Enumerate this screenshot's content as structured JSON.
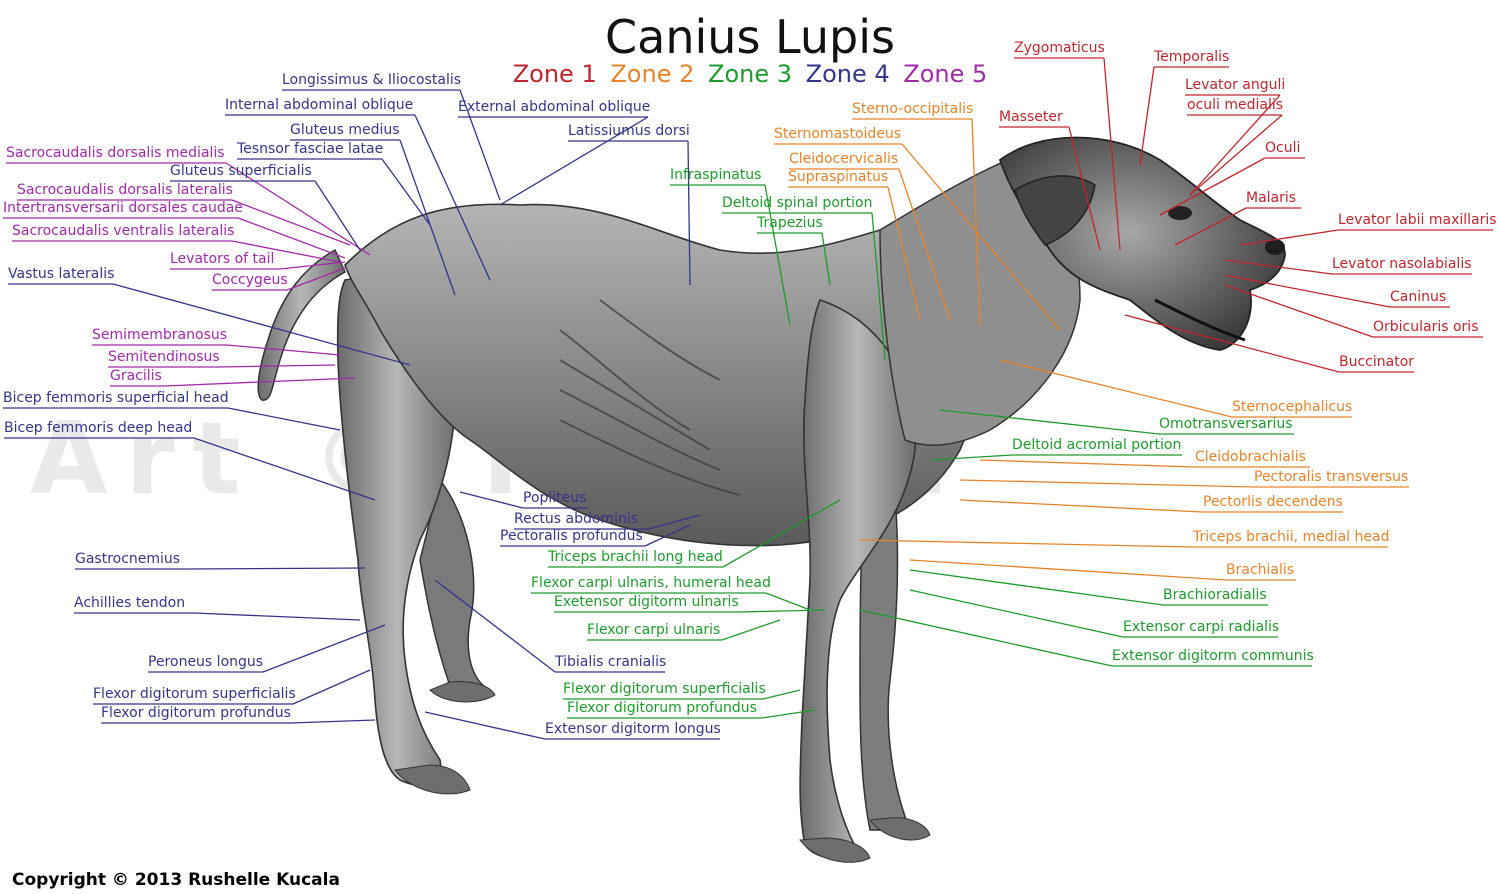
{
  "title": "Canius Lupis",
  "watermark": "Art © Kucala",
  "copyright": "Copyright © 2013 Rushelle Kucala",
  "zones": [
    {
      "label": "Zone 1",
      "color": "#c0262e"
    },
    {
      "label": "Zone 2",
      "color": "#e8832a"
    },
    {
      "label": "Zone 3",
      "color": "#1e9b2c"
    },
    {
      "label": "Zone 4",
      "color": "#35358a"
    },
    {
      "label": "Zone 5",
      "color": "#a12aa8"
    }
  ],
  "labels": [
    {
      "text": "Longissimus & Iliocostalis",
      "zone": 4
    },
    {
      "text": "Internal abdominal oblique",
      "zone": 4
    },
    {
      "text": "External abdominal oblique",
      "zone": 4
    },
    {
      "text": "Gluteus medius",
      "zone": 4
    },
    {
      "text": "Latissiumus dorsi",
      "zone": 4
    },
    {
      "text": "Sacrocaudalis dorsalis medialis",
      "zone": 5
    },
    {
      "text": "Tesnsor fasciae latae",
      "zone": 4
    },
    {
      "text": "Gluteus superficialis",
      "zone": 4
    },
    {
      "text": "Sacrocaudalis dorsalis lateralis",
      "zone": 5
    },
    {
      "text": "Intertransversarii dorsales caudae",
      "zone": 5
    },
    {
      "text": "Sacrocaudalis ventralis lateralis",
      "zone": 5
    },
    {
      "text": "Levators of tail",
      "zone": 5
    },
    {
      "text": "Coccygeus",
      "zone": 5
    },
    {
      "text": "Vastus lateralis",
      "zone": 4
    },
    {
      "text": "Semimembranosus",
      "zone": 5
    },
    {
      "text": "Semitendinosus",
      "zone": 5
    },
    {
      "text": "Gracilis",
      "zone": 5
    },
    {
      "text": "Bicep femmoris superficial head",
      "zone": 4
    },
    {
      "text": "Bicep femmoris deep head",
      "zone": 4
    },
    {
      "text": "Popliteus",
      "zone": 4
    },
    {
      "text": "Rectus abdominis",
      "zone": 4
    },
    {
      "text": "Pectoralis profundus",
      "zone": 4
    },
    {
      "text": "Gastrocnemius",
      "zone": 4
    },
    {
      "text": "Achillies tendon",
      "zone": 4
    },
    {
      "text": "Peroneus longus",
      "zone": 4
    },
    {
      "text": "Flexor digitorum superficialis",
      "zone": 4
    },
    {
      "text": "Flexor digitorum profundus",
      "zone": 4
    },
    {
      "text": "Tibialis cranialis",
      "zone": 4
    },
    {
      "text": "Extensor digitorm longus",
      "zone": 4
    },
    {
      "text": "Infraspinatus",
      "zone": 3
    },
    {
      "text": "Deltoid spinal portion",
      "zone": 3
    },
    {
      "text": "Trapezius",
      "zone": 3
    },
    {
      "text": "Triceps brachii long head",
      "zone": 3
    },
    {
      "text": "Flexor carpi ulnaris, humeral head",
      "zone": 3
    },
    {
      "text": "Exetensor digitorm ulnaris",
      "zone": 3
    },
    {
      "text": "Flexor carpi ulnaris",
      "zone": 3
    },
    {
      "text": "Flexor digitorum superficialis",
      "zone": 3
    },
    {
      "text": "Flexor digitorum profundus",
      "zone": 3
    },
    {
      "text": "Sterno-occipitalis",
      "zone": 2
    },
    {
      "text": "Sternomastoideus",
      "zone": 2
    },
    {
      "text": "Cleidocervicalis",
      "zone": 2
    },
    {
      "text": "Supraspinatus",
      "zone": 2
    },
    {
      "text": "Zygomaticus",
      "zone": 1
    },
    {
      "text": "Temporalis",
      "zone": 1
    },
    {
      "text": "Levator anguli",
      "zone": 1
    },
    {
      "text": "oculi medialis",
      "zone": 1
    },
    {
      "text": "Masseter",
      "zone": 1
    },
    {
      "text": "Oculi",
      "zone": 1
    },
    {
      "text": "Malaris",
      "zone": 1
    },
    {
      "text": "Levator labii maxillaris",
      "zone": 1
    },
    {
      "text": "Levator nasolabialis",
      "zone": 1
    },
    {
      "text": "Caninus",
      "zone": 1
    },
    {
      "text": "Orbicularis oris",
      "zone": 1
    },
    {
      "text": "Buccinator",
      "zone": 1
    },
    {
      "text": "Sternocephalicus",
      "zone": 2
    },
    {
      "text": "Omotransversarius",
      "zone": 3
    },
    {
      "text": "Deltoid acromial portion",
      "zone": 3
    },
    {
      "text": "Cleidobrachialis",
      "zone": 2
    },
    {
      "text": "Pectoralis transversus",
      "zone": 2
    },
    {
      "text": "Pectorlis decendens",
      "zone": 2
    },
    {
      "text": "Triceps brachii, medial head",
      "zone": 2
    },
    {
      "text": "Brachialis",
      "zone": 2
    },
    {
      "text": "Brachioradialis",
      "zone": 3
    },
    {
      "text": "Extensor carpi radialis",
      "zone": 3
    },
    {
      "text": "Extensor digitorm communis",
      "zone": 3
    }
  ]
}
